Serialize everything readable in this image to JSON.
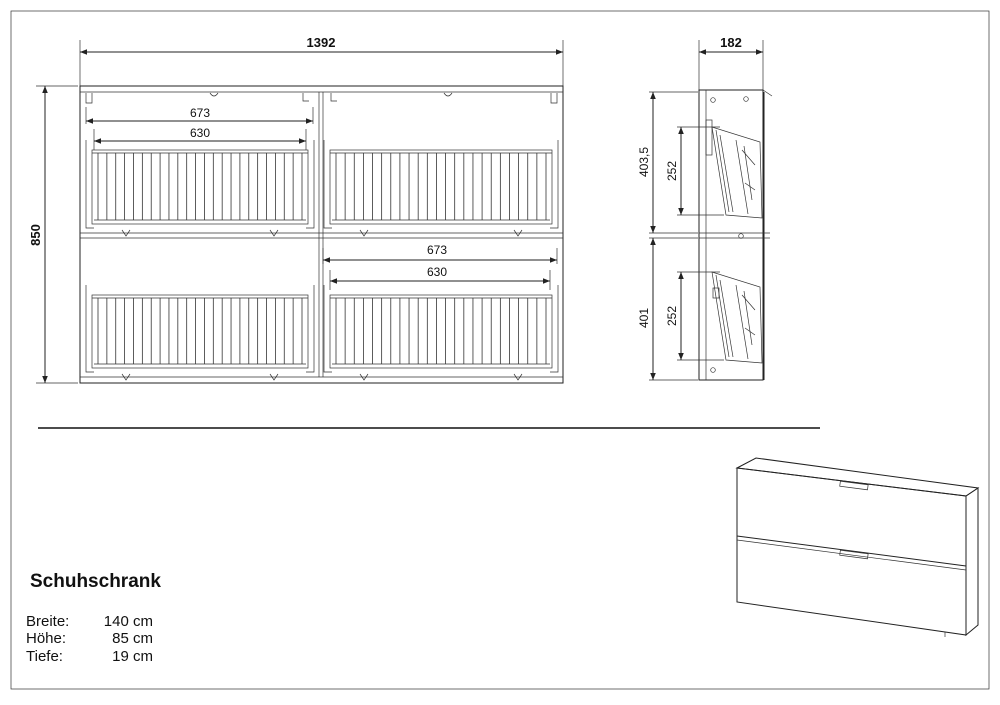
{
  "front_view": {
    "overall_width": "1392",
    "overall_height": "850",
    "top_inner_width": "673",
    "top_rack_width": "630",
    "bottom_inner_width": "673",
    "bottom_rack_width": "630"
  },
  "side_view": {
    "depth": "182",
    "upper_height": "403,5",
    "upper_rack_height": "252",
    "lower_height": "401",
    "lower_rack_height": "252"
  },
  "product": {
    "name": "Schuhschrank",
    "specs": [
      {
        "label": "Breite:",
        "value": "140 cm"
      },
      {
        "label": "Höhe:",
        "value": "85 cm"
      },
      {
        "label": "Tiefe:",
        "value": "19 cm"
      }
    ]
  }
}
